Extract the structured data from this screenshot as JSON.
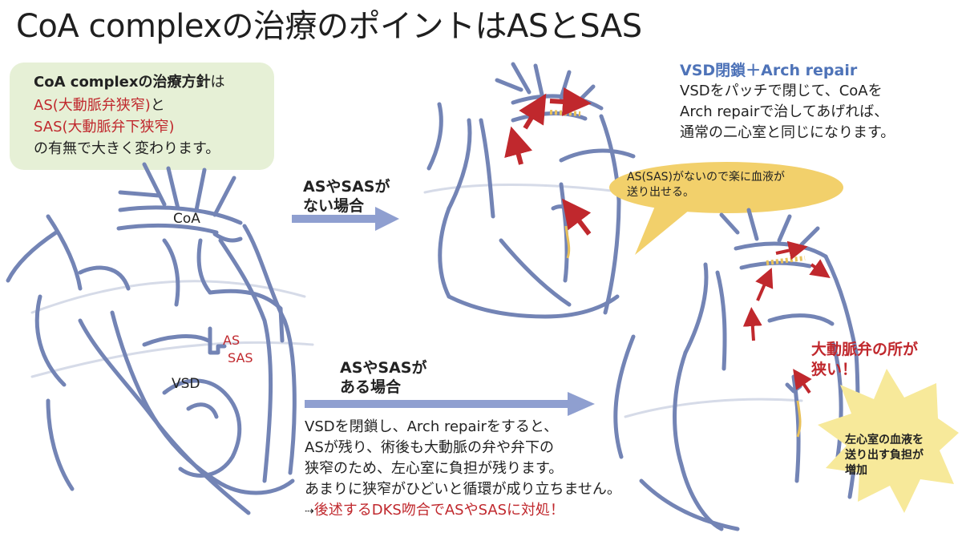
{
  "title": "CoA complexの治療のポイントはASとSAS",
  "policy": {
    "line1_bold": "CoA complexの治療方針",
    "line1_rest": "は",
    "line2_red": "AS(大動脈弁狭窄)",
    "line2_rest": "と",
    "line3_red": "SAS(大動脈弁下狭窄)",
    "line4": "の有無で大きく変わります。"
  },
  "left_heart": {
    "coa_label": "CoA",
    "as_label": "AS",
    "sas_label": "SAS",
    "vsd_label": "VSD"
  },
  "arrow_top": {
    "line1": "ASやSASが",
    "line2": "ない場合"
  },
  "arrow_bottom": {
    "line1": "ASやSASが",
    "line2": "ある場合"
  },
  "top_right": {
    "heading": "VSD閉鎖＋Arch repair",
    "line1": "VSDをパッチで閉じて、CoAを",
    "line2": "Arch repairで治してあげれば、",
    "line3": "通常の二心室と同じになります。"
  },
  "speech_bubble": {
    "line1": "AS(SAS)がないので楽に血液が",
    "line2": "送り出せる。"
  },
  "narrow_label": {
    "line1": "大動脈弁の所が",
    "line2": "狭い！"
  },
  "burst": {
    "line1": "左心室の血液を",
    "line2": "送り出す負担が",
    "line3": "増加"
  },
  "bottom_text": {
    "line1": "VSDを閉鎖し、Arch repairをすると、",
    "line2": "ASが残り、術後も大動脈の弁や弁下の",
    "line3": "狭窄のため、左心室に負担が残ります。",
    "line4": "あまりに狭窄がひどいと循環が成り立ちません。",
    "line5_prefix": "⇢",
    "line5_red": "後述するDKS吻合でASやSASに対処！"
  },
  "colors": {
    "outline": "#7384b5",
    "arrow": "#8f9fd0",
    "red": "#c0282d",
    "policy_bg": "#e6f0d6",
    "bubble": "#f2d06b",
    "patch": "#e8c15b",
    "accent_blue": "#4e73b8"
  }
}
